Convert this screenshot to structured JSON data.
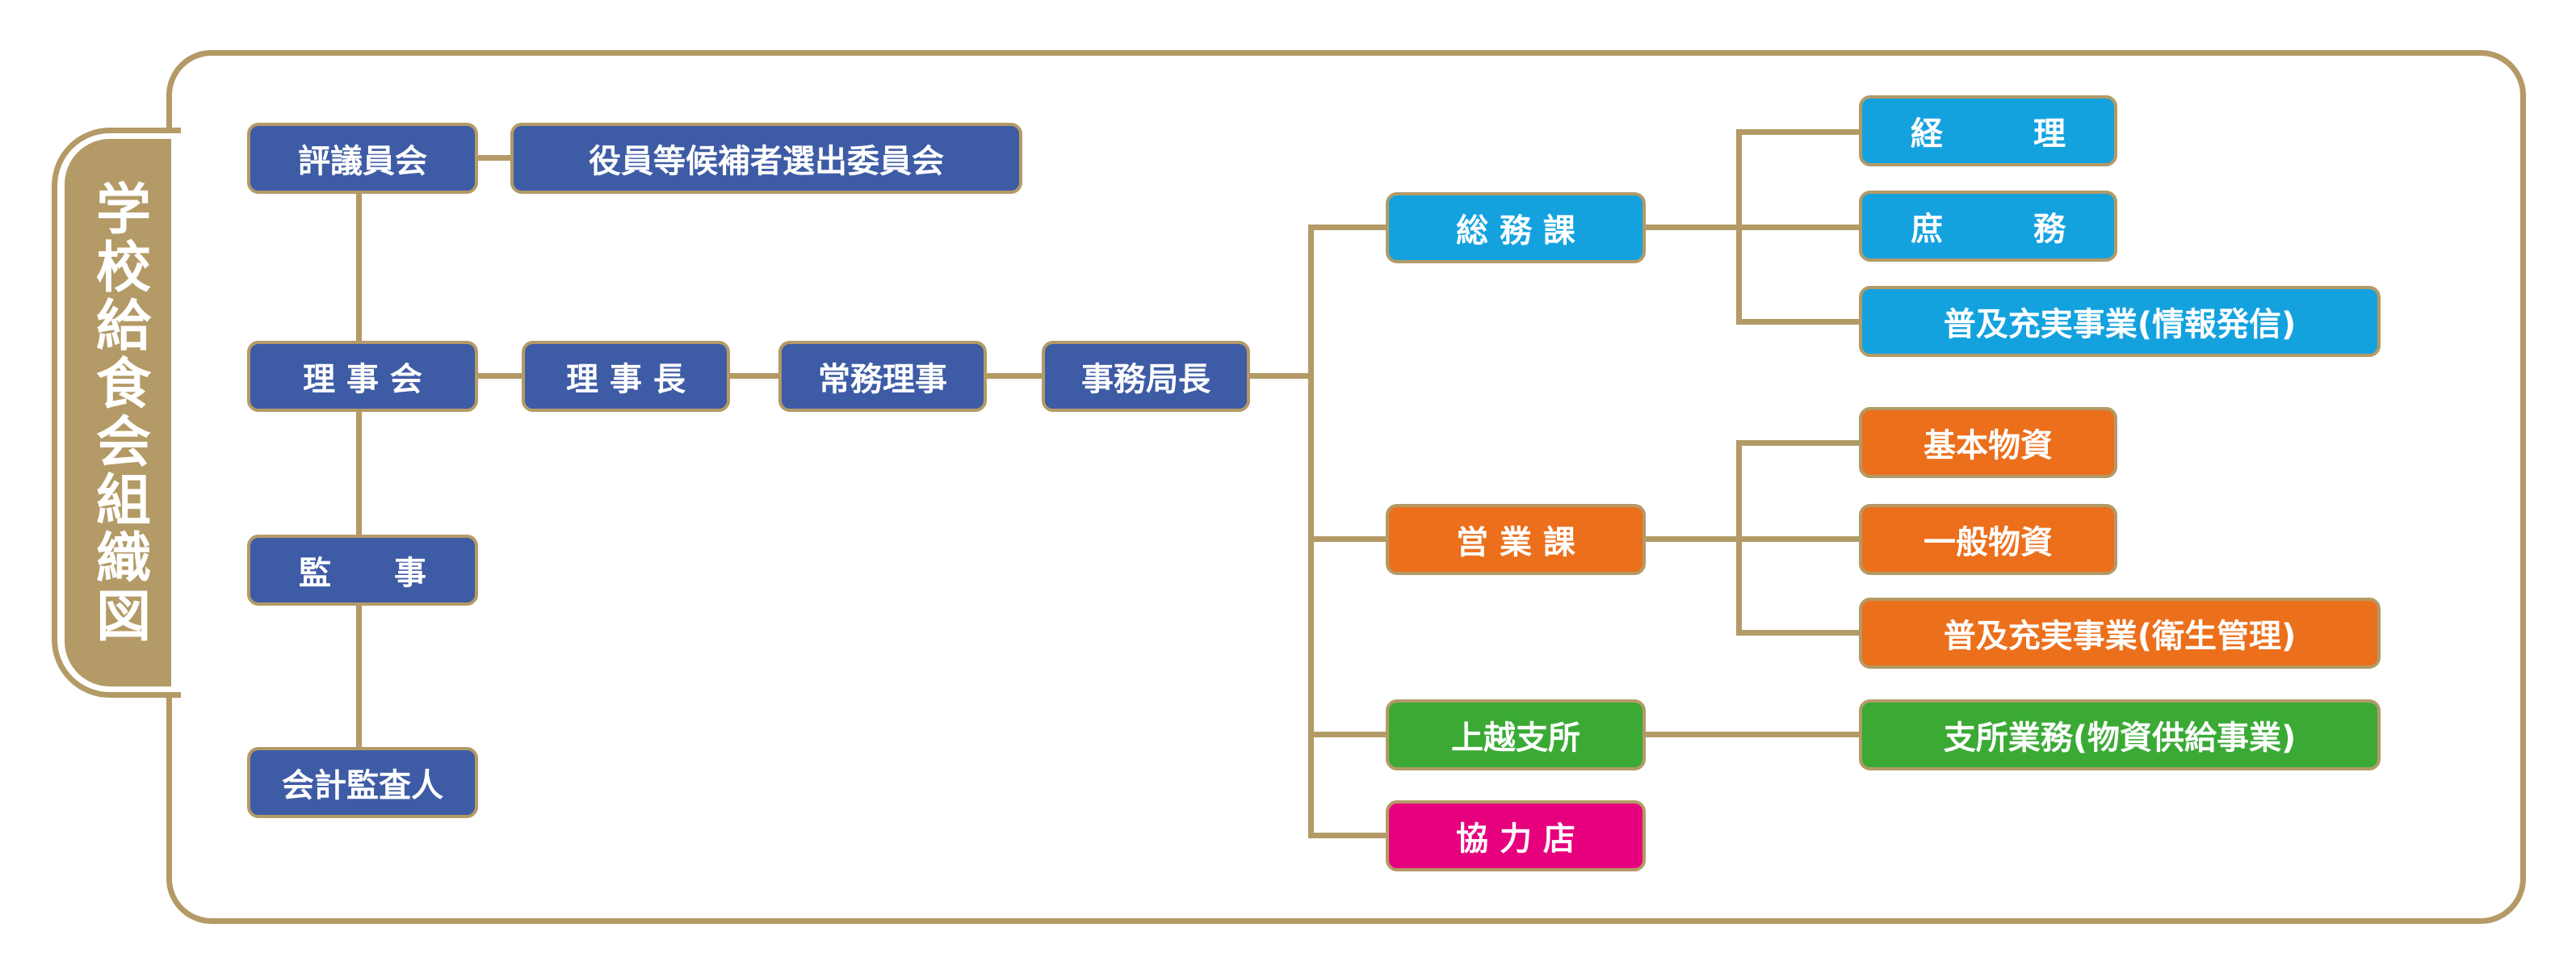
{
  "title": "学校給食会組織図",
  "left": {
    "hyogiinkai": "評議員会",
    "senshutsu": "役員等候補者選出委員会",
    "rijikai": "理 事 会",
    "kanji_a": "監",
    "kanji_b": "事",
    "kaikei": "会計監査人"
  },
  "chain": {
    "rijicho": "理 事 長",
    "jomu": "常務理事",
    "kyokucho": "事務局長"
  },
  "divisions": {
    "somu": "総 務 課",
    "eigyo": "営 業 課",
    "joetsu": "上越支所",
    "kyoryoku": "協 力 店"
  },
  "somu_items": {
    "keiri_a": "経",
    "keiri_b": "理",
    "shomu_a": "庶",
    "shomu_b": "務",
    "fukyu_joho": "普及充実事業(情報発信)"
  },
  "eigyo_items": {
    "kihon": "基本物資",
    "ippan": "一般物資",
    "fukyu_eisei": "普及充実事業(衛生管理)"
  },
  "joetsu_items": {
    "shisho": "支所業務(物資供給事業)"
  },
  "colors": {
    "frame": "#b39a66",
    "blue": "#3e5ba5",
    "cyan": "#14a2df",
    "orange": "#ec6f1b",
    "green": "#3aaa35",
    "magenta": "#e6007e"
  }
}
